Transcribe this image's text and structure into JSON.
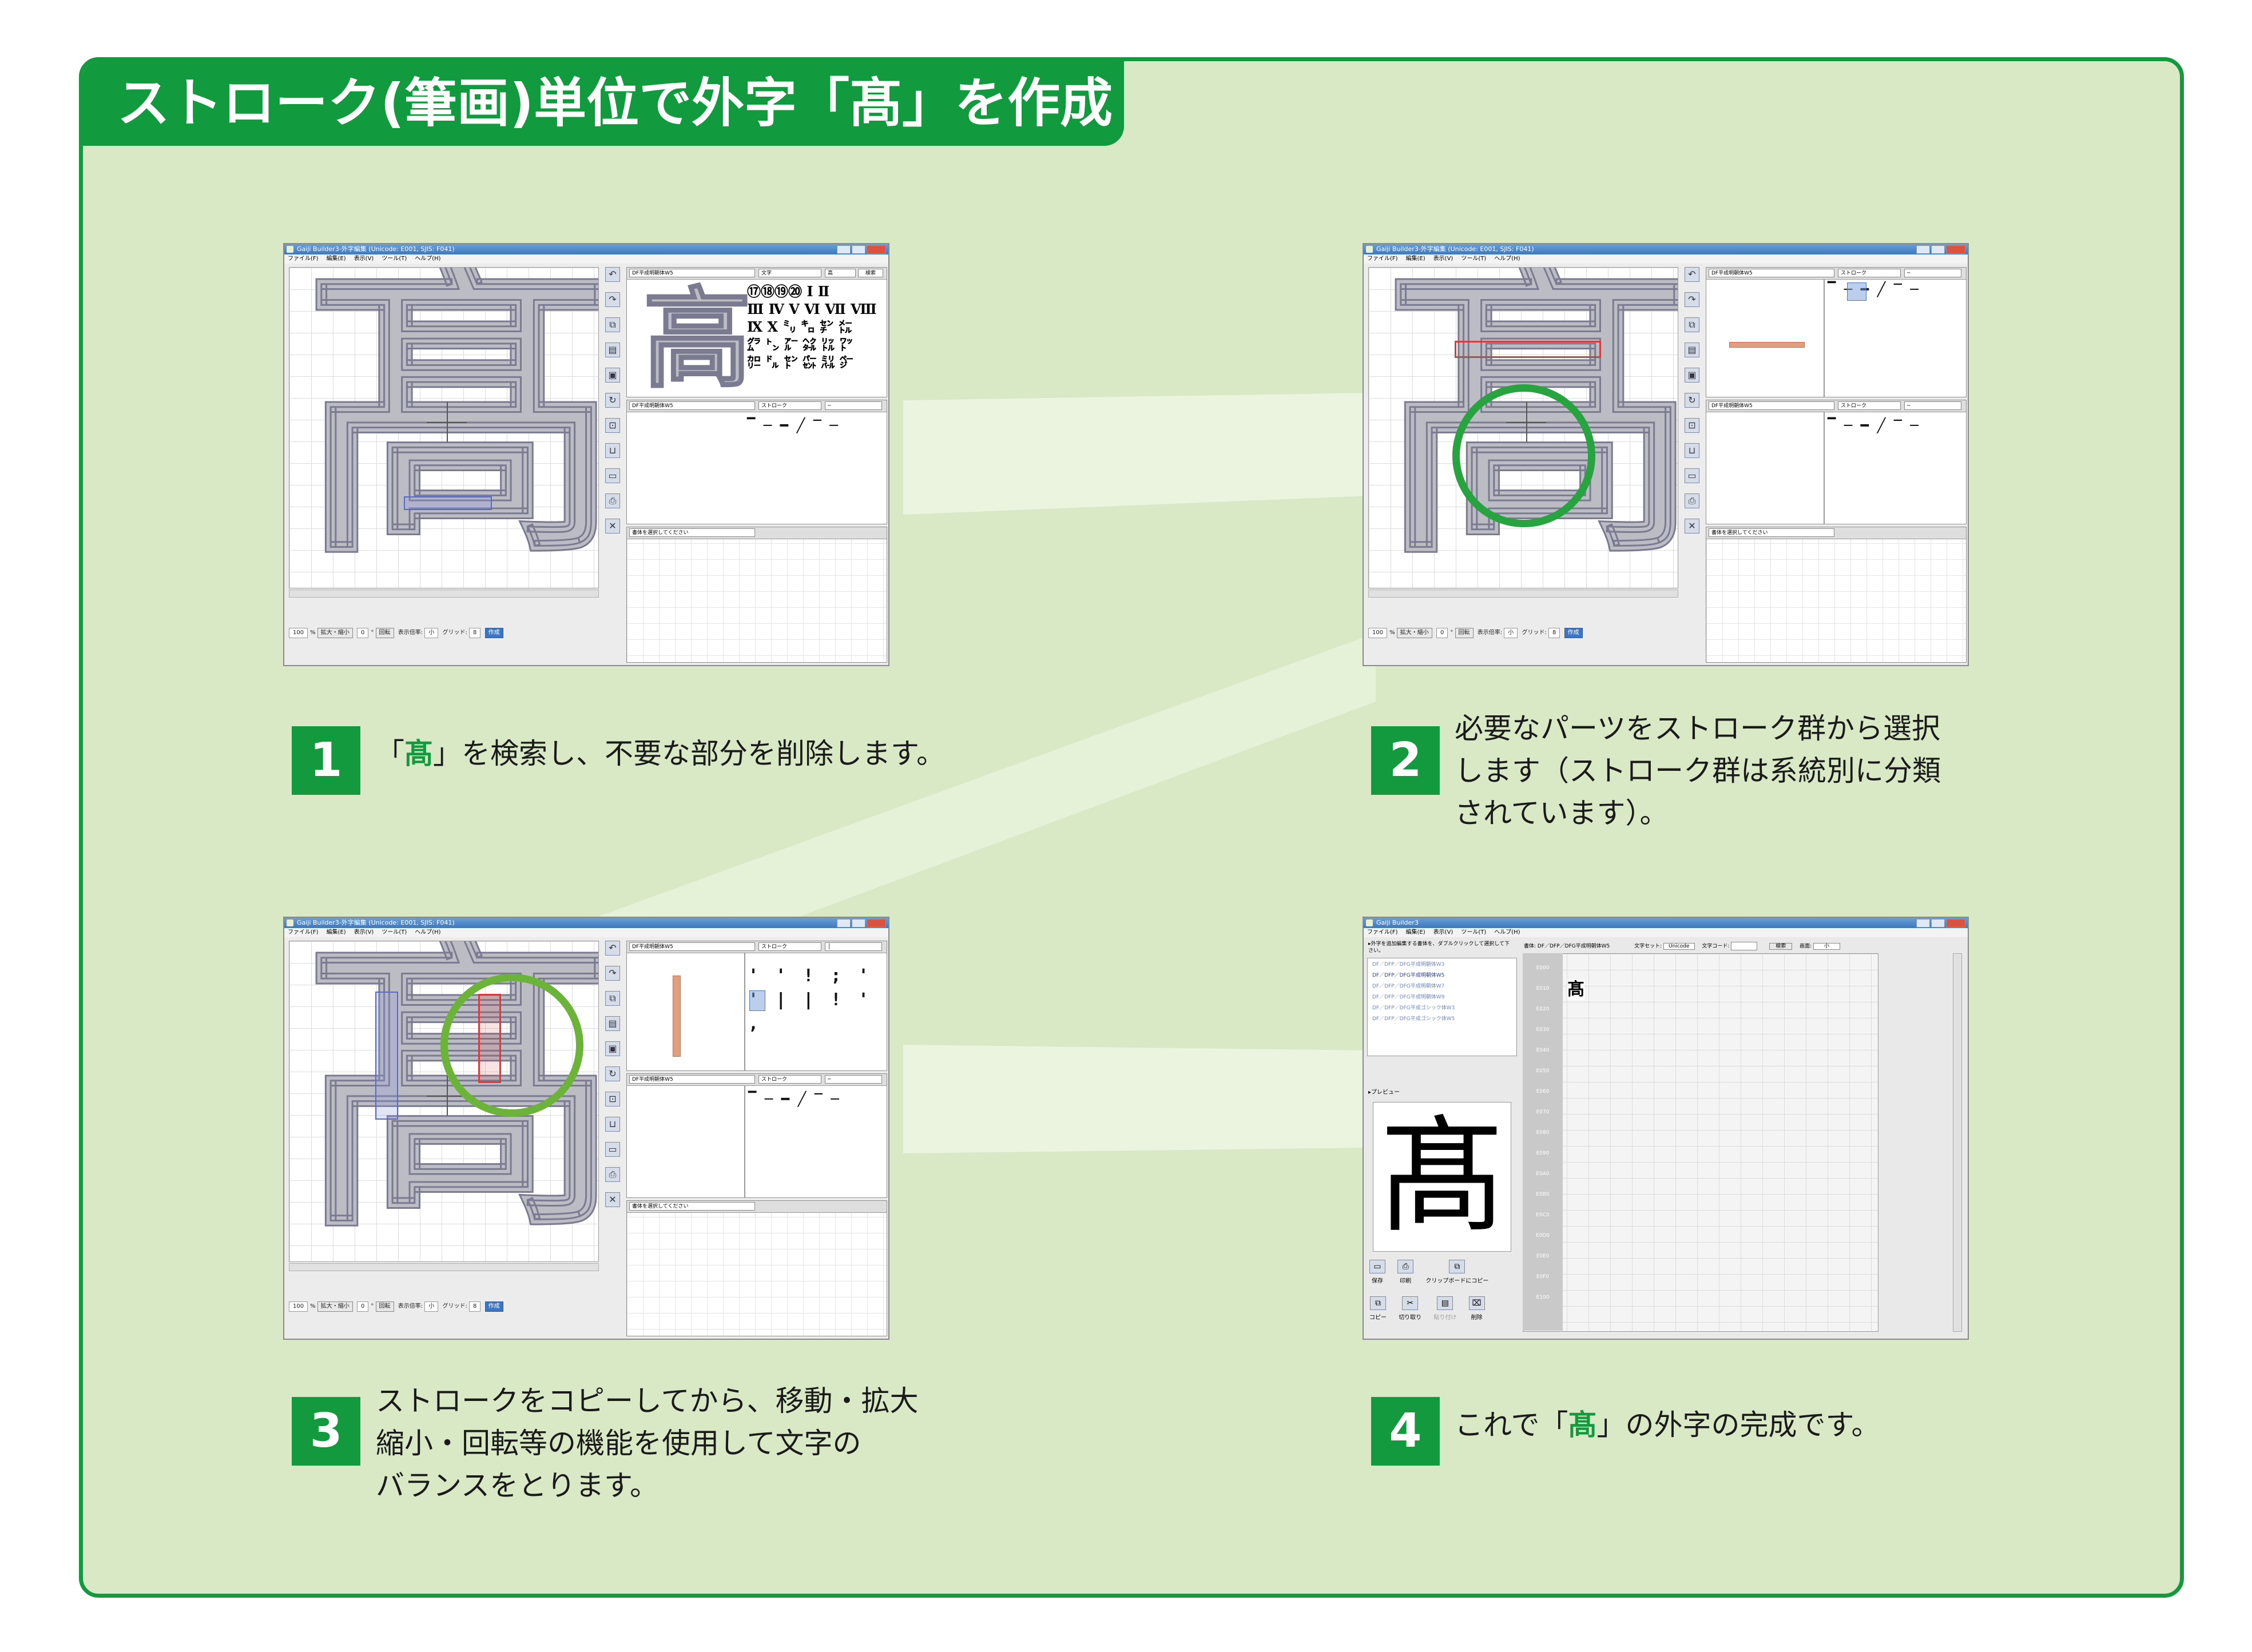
{
  "title": "ストローク(筆画)単位で外字「髙」を作成",
  "colors": {
    "accent": "#139a3e",
    "background": "#d9e9c5",
    "beam": "#eef6e2",
    "circle": "#27a33f"
  },
  "glyph": "髙",
  "window": {
    "title": "Gaiji Builder3-外字編集 (Unicode: E001, SJIS: F041)",
    "title4": "Gaiji Builder3",
    "menu": [
      "ファイル(F)",
      "編集(E)",
      "表示(V)",
      "ツール(T)",
      "ヘルプ(H)"
    ],
    "font_select": "DF平成明朝体W5",
    "mode_stroke": "ストローク",
    "mode_char": "文字",
    "search_value": "高",
    "search_button": "検索",
    "part_placeholder": "書体を選択してください",
    "zoom_value": "100",
    "zoom_unit": "%",
    "scale_button": "拡大・縮小",
    "rotate_value": "0",
    "rotate_unit": "°",
    "rotate_button": "回転",
    "display_label": "表示倍率:",
    "display_value": "小",
    "grid_label": "グリッド:",
    "grid_value": "8",
    "create_button": "作成",
    "char_list": [
      "⑰⑱⑲⑳ Ⅰ Ⅱ",
      "Ⅲ Ⅳ Ⅴ Ⅵ Ⅶ Ⅷ",
      "Ⅸ Ⅹ ㍉ ㌔ ㌢ ㍍",
      "㌘ ㌧ ㌃ ㌶ ㍑ ㍗",
      "㌍ ㌦ ㌣ ㌫ ㍊ ㌻"
    ],
    "strokes_row": "▔ ─ ━ ╱ ‾ ─",
    "v_strokes": "' ' ! ; ' '  | | ! ' ,"
  },
  "window4": {
    "instruction": "▸外字を追加編集する書体を、ダブルクリックして選択して下さい。",
    "font_path": "書体: DF／DFP／DFG平成明朝体W5",
    "charset_label": "文字セット:",
    "charset_value": "Unicode",
    "code_label": "文字コード:",
    "search_button": "検索",
    "display_label": "画面:",
    "display_value": "小",
    "tree": [
      "DF／DFP／DFG平成明朝体W3",
      "DF／DFP／DFG平成明朝体W5",
      "DF／DFP／DFG平成明朝体W7",
      "DF／DFP／DFG平成明朝体W9",
      "DF／DFP／DFG平成ゴシック体W3",
      "DF／DFP／DFG平成ゴシック体W5"
    ],
    "preview_label": "▸プレビュー",
    "buttons_top": [
      "保存",
      "印刷",
      "クリップボードにコピー"
    ],
    "buttons_bottom": [
      "コピー",
      "切り取り",
      "貼り付け",
      "削除"
    ],
    "row_codes": [
      "E000",
      "E010",
      "E020",
      "E030",
      "E040",
      "E050",
      "E060",
      "E070",
      "E080",
      "E090",
      "E0A0",
      "E0B0",
      "E0C0",
      "E0D0",
      "E0E0",
      "E0F0",
      "E100"
    ]
  },
  "steps": [
    {
      "num": "1",
      "pre": "「",
      "hl": "髙",
      "post": "」を検索し、不要な部分を削除します。",
      "lines": []
    },
    {
      "num": "2",
      "pre": "",
      "hl": "",
      "post": "",
      "lines": [
        "必要なパーツをストローク群から選択",
        "します（ストローク群は系統別に分類",
        "されています）。"
      ]
    },
    {
      "num": "3",
      "pre": "",
      "hl": "",
      "post": "",
      "lines": [
        "ストロークをコピーしてから、移動・拡大",
        "縮小・回転等の機能を使用して文字の",
        "バランスをとります。"
      ]
    },
    {
      "num": "4",
      "pre": "これで「",
      "hl": "髙",
      "post": "」の外字の完成です。",
      "lines": []
    }
  ]
}
